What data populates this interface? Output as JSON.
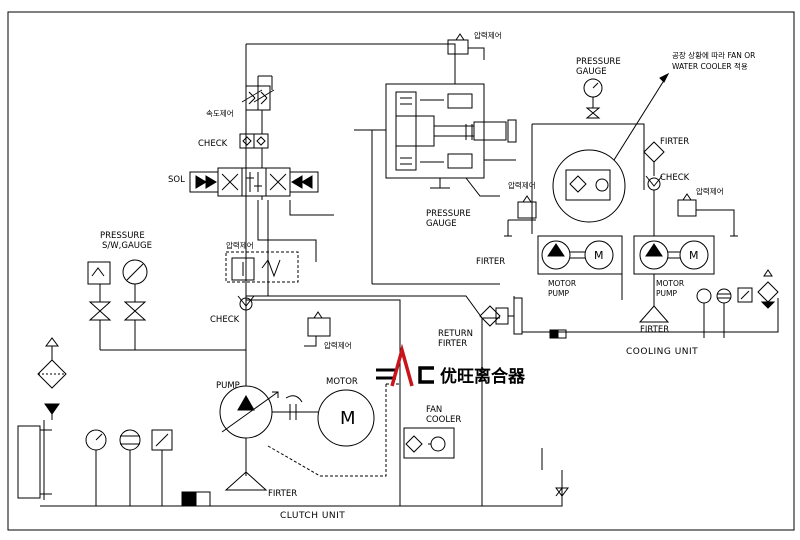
{
  "labels": {
    "pressure_control_top": "압력제어",
    "speed_control": "속도제어",
    "check_left": "CHECK",
    "sol": "SOL",
    "pressure_sw_gauge_1": "PRESSURE",
    "pressure_sw_gauge_2": "S/W,GAUGE",
    "pressure_control_mid": "압력제어",
    "check_mid": "CHECK",
    "pressure_control_lower": "압력제어",
    "pressure_gauge_mid_1": "PRESSURE",
    "pressure_gauge_mid_2": "GAUGE",
    "firter_mid": "FIRTER",
    "return_filter_1": "RETURN",
    "return_filter_2": "FIRTER",
    "pump": "PUMP",
    "motor": "MOTOR",
    "motor_symbol": "M",
    "firter_bottom": "FIRTER",
    "fan_cooler_1": "FAN",
    "fan_cooler_2": "COOLER",
    "clutch_unit": "CLUTCH UNIT",
    "pressure_gauge_right_1": "PRESSURE",
    "pressure_gauge_right_2": "GAUGE",
    "note_1": "공장 상황에 따라 FAN OR",
    "note_2": "WATER COOLER 적용",
    "firter_right": "FIRTER",
    "check_right": "CHECK",
    "pressure_control_right_a": "압력제어",
    "pressure_control_right_b": "압력제어",
    "motor_pump_1a": "MOTOR",
    "motor_pump_1b": "PUMP",
    "motor_pump_2a": "MOTOR",
    "motor_pump_2b": "PUMP",
    "firter_cooling": "FIRTER",
    "cooling_unit": "COOLING UNIT",
    "logo_cn": "优旺离合器"
  },
  "colors": {
    "line": "#000000",
    "logo_red": "#c8151b"
  }
}
